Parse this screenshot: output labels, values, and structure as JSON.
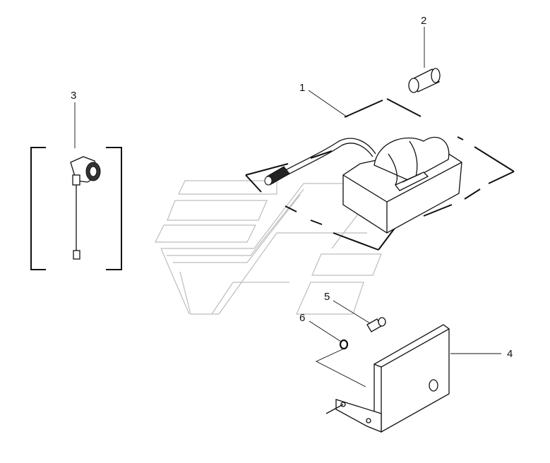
{
  "callouts": [
    {
      "id": "callout-1",
      "label": "1"
    },
    {
      "id": "callout-2",
      "label": "2"
    },
    {
      "id": "callout-3",
      "label": "3"
    },
    {
      "id": "callout-4",
      "label": "4"
    },
    {
      "id": "callout-5",
      "label": "5"
    },
    {
      "id": "callout-6",
      "label": "6"
    }
  ],
  "colors": {
    "line": "#111111",
    "watermark": "#bdbdbd",
    "background": "#ffffff"
  }
}
